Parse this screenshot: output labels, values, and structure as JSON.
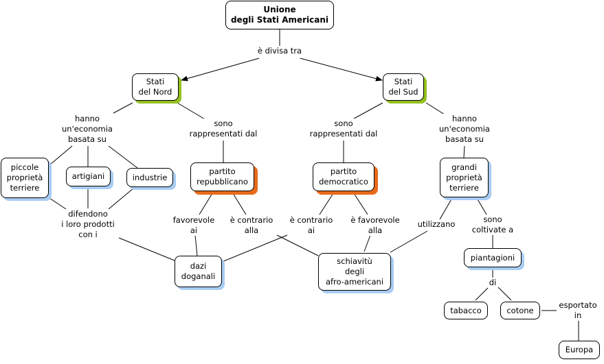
{
  "concepts": {
    "unione": "Unione\ndegli Stati Americani",
    "nord": "Stati\ndel Nord",
    "sud": "Stati\ndel Sud",
    "piccole": "piccole\nproprietà\nterriere",
    "artigiani": "artigiani",
    "industrie": "industrie",
    "repubblicano": "partito\nrepubblicano",
    "democratico": "partito\ndemocratico",
    "grandi": "grandi\nproprietà\nterriere",
    "dazi": "dazi\ndoganali",
    "schiavitu": "schiavitù\ndegli\nafro-americani",
    "piantagioni": "piantagioni",
    "tabacco": "tabacco",
    "cotone": "cotone",
    "europa": "Europa"
  },
  "linking_phrases": {
    "divisa": "è divisa tra",
    "nord_economia": "hanno\nun'economia\nbasata su",
    "nord_rappresentati": "sono\nrappresentati dal",
    "sud_rappresentati": "sono\nrappresentati dal",
    "sud_economia": "hanno\nun'economia\nbasata su",
    "difendono": "difendono\ni loro prodotti\ncon i",
    "rep_favorevole": "favorevole\nai",
    "rep_contrario": "è contrario\nalla",
    "dem_contrario": "è contrario\nai",
    "dem_favorevole": "è favorevole\nalla",
    "utilizzano": "utilizzano",
    "coltivate": "sono\ncoltivate a",
    "di": "di",
    "esportato": "esportato\nin"
  },
  "colors": {
    "line": "#000000",
    "shadow_default": "#a8ccf3",
    "shadow_states": "#93c01f",
    "shadow_parties": "#e86a1a"
  }
}
